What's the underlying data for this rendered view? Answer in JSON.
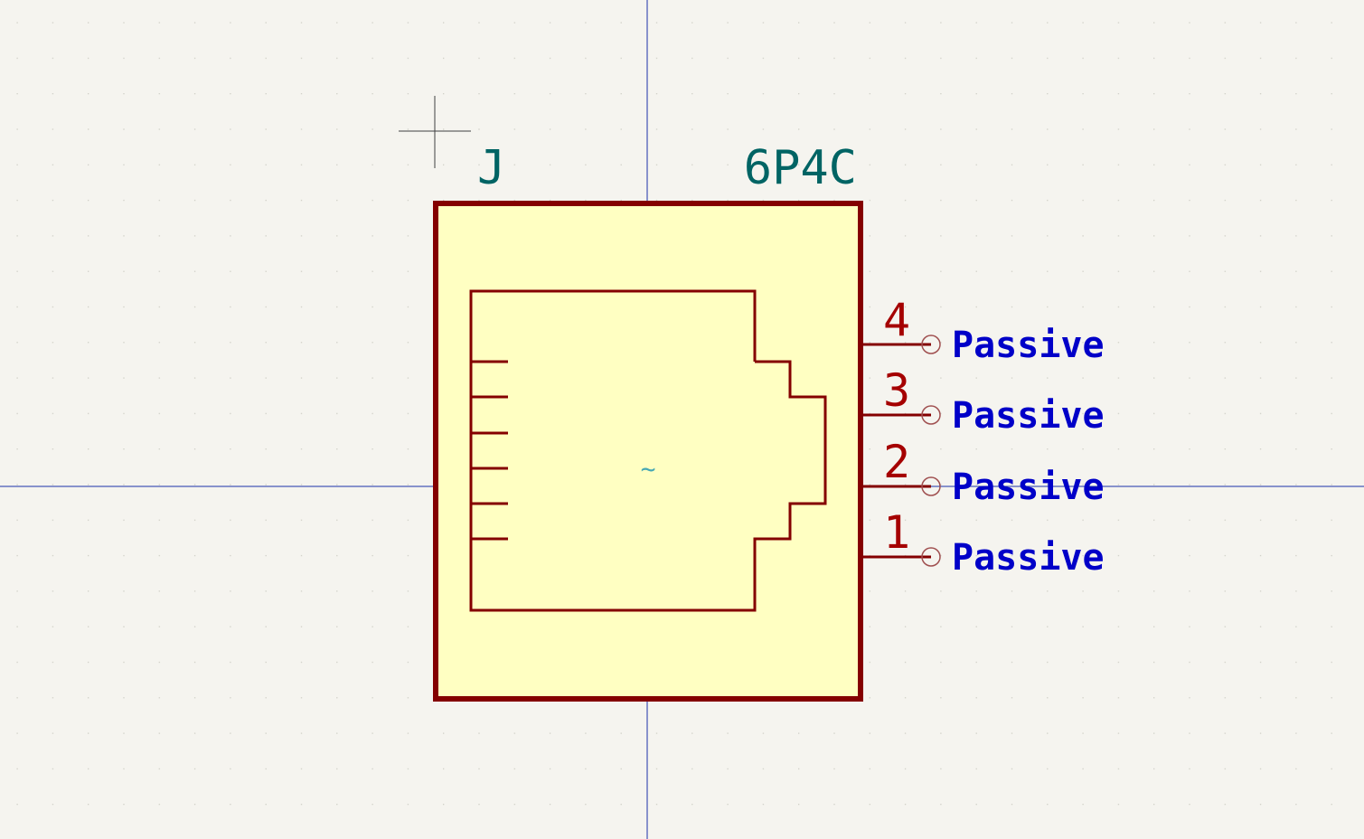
{
  "symbol": {
    "reference": "J",
    "value": "6P4C",
    "center_marker": "~"
  },
  "pins": [
    {
      "number": "4",
      "type": "Passive"
    },
    {
      "number": "3",
      "type": "Passive"
    },
    {
      "number": "2",
      "type": "Passive"
    },
    {
      "number": "1",
      "type": "Passive"
    }
  ],
  "colors": {
    "background": "#f5f4ef",
    "grid_dot": "#c9c9c0",
    "axis": "#1a2fa8",
    "body_outline": "#840000",
    "body_fill": "#ffffc2",
    "field_text": "#006464",
    "pin_number": "#a50000",
    "pin_type": "#0000c8",
    "pin_end": "#a05050",
    "anchor": "#404040"
  }
}
